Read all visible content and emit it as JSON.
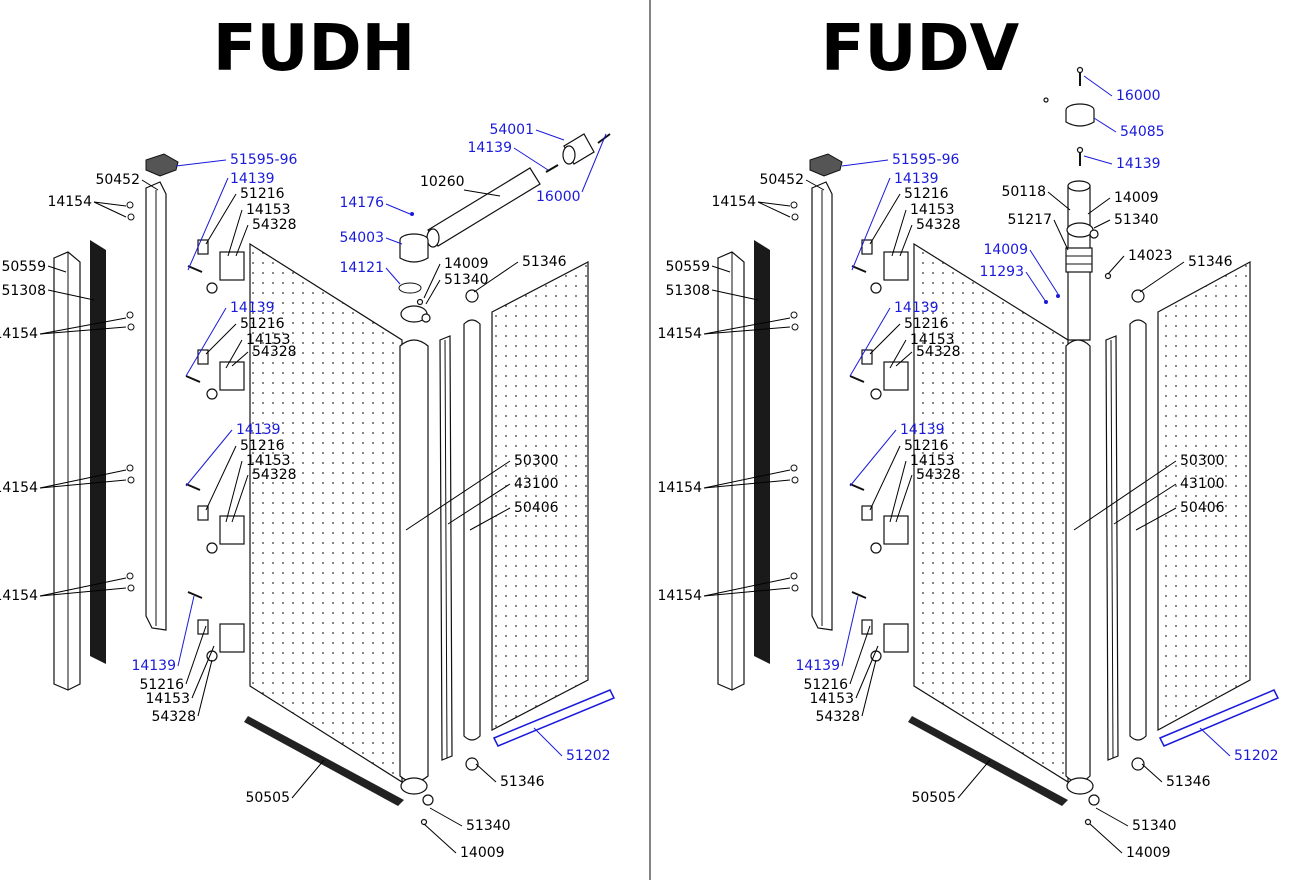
{
  "colors": {
    "black_label": "#000000",
    "blue_label": "#1a1adc",
    "line": "#111111"
  },
  "panels": [
    {
      "title": "FUDH",
      "labels": [
        {
          "text": "51595-96",
          "color": "blue"
        },
        {
          "text": "50452",
          "color": "black"
        },
        {
          "text": "14139",
          "color": "blue"
        },
        {
          "text": "14154",
          "color": "black"
        },
        {
          "text": "51216",
          "color": "black"
        },
        {
          "text": "14153",
          "color": "black"
        },
        {
          "text": "54328",
          "color": "black"
        },
        {
          "text": "50559",
          "color": "black"
        },
        {
          "text": "51308",
          "color": "black"
        },
        {
          "text": "14154",
          "color": "black"
        },
        {
          "text": "14139",
          "color": "blue"
        },
        {
          "text": "51216",
          "color": "black"
        },
        {
          "text": "14153",
          "color": "black"
        },
        {
          "text": "54328",
          "color": "black"
        },
        {
          "text": "14139",
          "color": "blue"
        },
        {
          "text": "51216",
          "color": "black"
        },
        {
          "text": "14153",
          "color": "black"
        },
        {
          "text": "54328",
          "color": "black"
        },
        {
          "text": "14154",
          "color": "black"
        },
        {
          "text": "14154",
          "color": "black"
        },
        {
          "text": "14139",
          "color": "blue"
        },
        {
          "text": "51216",
          "color": "black"
        },
        {
          "text": "14153",
          "color": "black"
        },
        {
          "text": "54328",
          "color": "black"
        },
        {
          "text": "54001",
          "color": "blue"
        },
        {
          "text": "14139",
          "color": "blue"
        },
        {
          "text": "16000",
          "color": "blue"
        },
        {
          "text": "10260",
          "color": "black"
        },
        {
          "text": "14176",
          "color": "blue"
        },
        {
          "text": "54003",
          "color": "blue"
        },
        {
          "text": "14121",
          "color": "blue"
        },
        {
          "text": "14009",
          "color": "black"
        },
        {
          "text": "51340",
          "color": "black"
        },
        {
          "text": "51346",
          "color": "black"
        },
        {
          "text": "50300",
          "color": "black"
        },
        {
          "text": "43100",
          "color": "black"
        },
        {
          "text": "50406",
          "color": "black"
        },
        {
          "text": "51202",
          "color": "blue"
        },
        {
          "text": "51346",
          "color": "black"
        },
        {
          "text": "50505",
          "color": "black"
        },
        {
          "text": "51340",
          "color": "black"
        },
        {
          "text": "14009",
          "color": "black"
        }
      ]
    },
    {
      "title": "FUDV",
      "labels": [
        {
          "text": "16000",
          "color": "blue"
        },
        {
          "text": "54085",
          "color": "blue"
        },
        {
          "text": "14139",
          "color": "blue"
        },
        {
          "text": "51595-96",
          "color": "blue"
        },
        {
          "text": "50452",
          "color": "black"
        },
        {
          "text": "14139",
          "color": "blue"
        },
        {
          "text": "14154",
          "color": "black"
        },
        {
          "text": "51216",
          "color": "black"
        },
        {
          "text": "14153",
          "color": "black"
        },
        {
          "text": "54328",
          "color": "black"
        },
        {
          "text": "50118",
          "color": "black"
        },
        {
          "text": "14009",
          "color": "black"
        },
        {
          "text": "51217",
          "color": "black"
        },
        {
          "text": "51340",
          "color": "black"
        },
        {
          "text": "14009",
          "color": "blue"
        },
        {
          "text": "11293",
          "color": "blue"
        },
        {
          "text": "14023",
          "color": "black"
        },
        {
          "text": "51346",
          "color": "black"
        },
        {
          "text": "50559",
          "color": "black"
        },
        {
          "text": "51308",
          "color": "black"
        },
        {
          "text": "14154",
          "color": "black"
        },
        {
          "text": "14139",
          "color": "blue"
        },
        {
          "text": "51216",
          "color": "black"
        },
        {
          "text": "14153",
          "color": "black"
        },
        {
          "text": "54328",
          "color": "black"
        },
        {
          "text": "14139",
          "color": "blue"
        },
        {
          "text": "51216",
          "color": "black"
        },
        {
          "text": "14153",
          "color": "black"
        },
        {
          "text": "54328",
          "color": "black"
        },
        {
          "text": "14154",
          "color": "black"
        },
        {
          "text": "50300",
          "color": "black"
        },
        {
          "text": "43100",
          "color": "black"
        },
        {
          "text": "50406",
          "color": "black"
        },
        {
          "text": "14154",
          "color": "black"
        },
        {
          "text": "14139",
          "color": "blue"
        },
        {
          "text": "51216",
          "color": "black"
        },
        {
          "text": "14153",
          "color": "black"
        },
        {
          "text": "54328",
          "color": "black"
        },
        {
          "text": "51202",
          "color": "blue"
        },
        {
          "text": "51346",
          "color": "black"
        },
        {
          "text": "50505",
          "color": "black"
        },
        {
          "text": "51340",
          "color": "black"
        },
        {
          "text": "14009",
          "color": "black"
        }
      ]
    }
  ]
}
